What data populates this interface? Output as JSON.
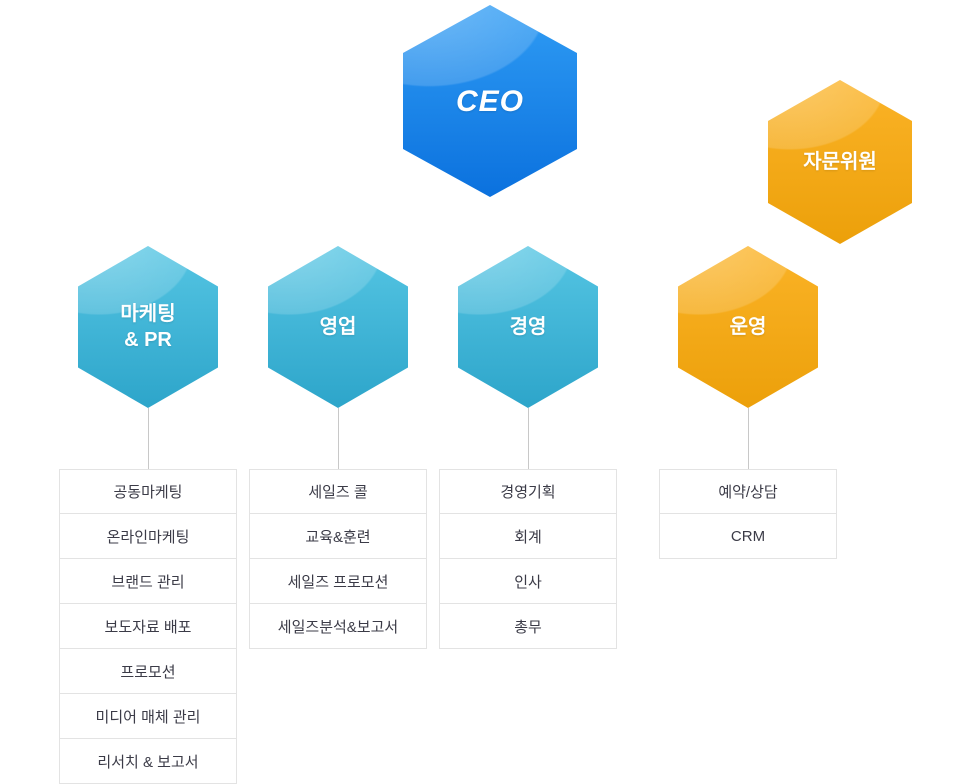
{
  "ceo": {
    "label": "CEO"
  },
  "advisor": {
    "label": "자문위원"
  },
  "departments": [
    {
      "label": "마케팅\n& PR",
      "items": [
        "공동마케팅",
        "온라인마케팅",
        "브랜드 관리",
        "보도자료 배포",
        "프로모션",
        "미디어 매체 관리",
        "리서치 & 보고서"
      ]
    },
    {
      "label": "영업",
      "items": [
        "세일즈 콜",
        "교육&훈련",
        "세일즈 프로모션",
        "세일즈분석&보고서"
      ]
    },
    {
      "label": "경영",
      "items": [
        "경영기획",
        "회계",
        "인사",
        "총무"
      ]
    },
    {
      "label": "운영",
      "items": [
        "예약/상담",
        "CRM"
      ]
    }
  ],
  "colors": {
    "ceo_blue": "#1583e9",
    "dept_cyan": "#3eb6da",
    "dept_orange": "#f6a81c",
    "connector_gray": "#c8c8c8",
    "box_border": "#e3e3e3",
    "box_text": "#3b3b47"
  }
}
